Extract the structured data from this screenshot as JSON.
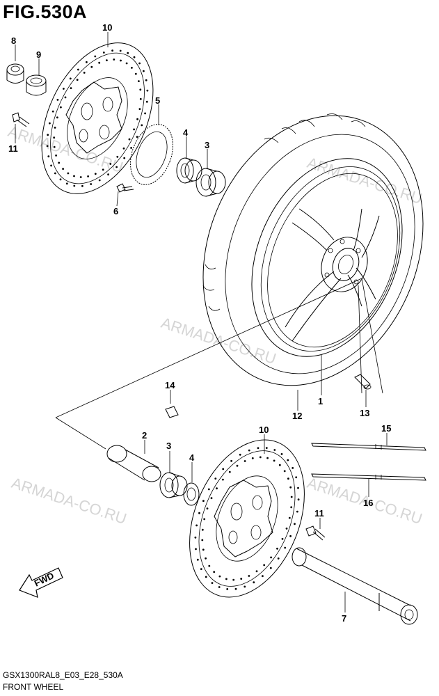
{
  "figure": {
    "title": "FIG.530A",
    "model_code": "GSX1300RAL8_E03_E28_530A",
    "section_name": "FRONT WHEEL"
  },
  "fwd_badge": {
    "label": "FWD"
  },
  "watermarks": [
    "ARMADA-CO.RU",
    "ARMADA-CO.RU",
    "ARMADA-CO.RU",
    "ARMADA-CO.RU",
    "ARMADA-CO.RU"
  ],
  "callouts": {
    "c1": "1",
    "c2": "2",
    "c3a": "3",
    "c3b": "3",
    "c4a": "4",
    "c4b": "4",
    "c5": "5",
    "c6": "6",
    "c7": "7",
    "c8": "8",
    "c9": "9",
    "c10a": "10",
    "c10b": "10",
    "c11a": "11",
    "c11b": "11",
    "c12": "12",
    "c13": "13",
    "c14": "14",
    "c15": "15",
    "c16": "16"
  }
}
